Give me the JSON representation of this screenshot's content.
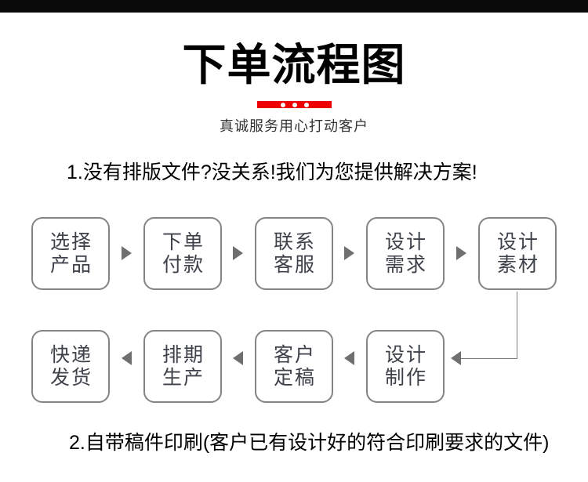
{
  "header": {
    "title": "下单流程图",
    "subtitle": "真诚服务用心打动客户",
    "accent_color": "#ee0000",
    "top_bar_color": "#0a0a0a"
  },
  "sections": {
    "item1": "1.没有排版文件?没关系!我们为您提供解决方案!",
    "item2": "2.自带稿件印刷(客户已有设计好的符合印刷要求的文件)"
  },
  "flow": {
    "row1_direction": "right",
    "row2_direction": "left",
    "box_border_color": "#848484",
    "arrow_color": "#6f6f6f",
    "row1": [
      {
        "lines": [
          "选择",
          "产品"
        ]
      },
      {
        "lines": [
          "下单",
          "付款"
        ]
      },
      {
        "lines": [
          "联系",
          "客服"
        ]
      },
      {
        "lines": [
          "设计",
          "需求"
        ]
      },
      {
        "lines": [
          "设计",
          "素材"
        ]
      }
    ],
    "row2": [
      {
        "lines": [
          "快递",
          "发货"
        ]
      },
      {
        "lines": [
          "排期",
          "生产"
        ]
      },
      {
        "lines": [
          "客户",
          "定稿"
        ]
      },
      {
        "lines": [
          "设计",
          "制作"
        ]
      }
    ]
  }
}
